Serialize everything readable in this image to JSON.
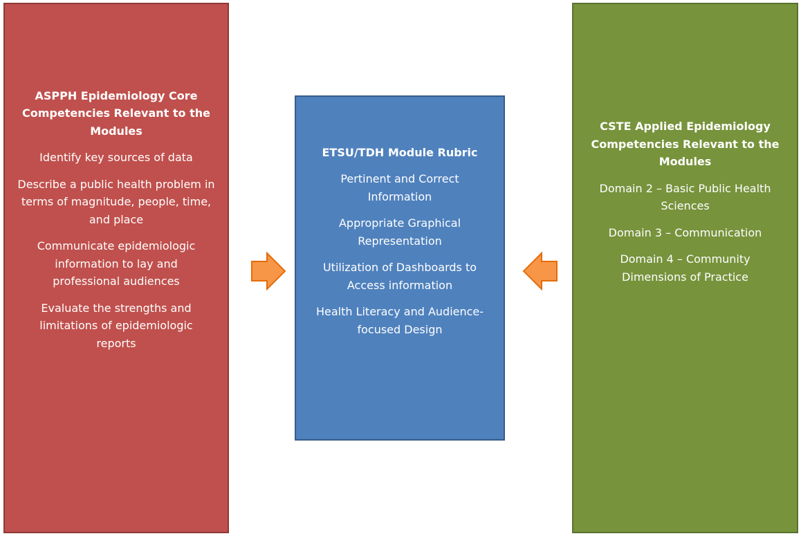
{
  "colors": {
    "left_fill": "#c0504d",
    "center_fill": "#4f81bd",
    "right_fill": "#77933c",
    "arrow_fill": "#f79646",
    "arrow_stroke": "#e46c0a"
  },
  "left_panel": {
    "heading": "ASPPH Epidemiology Core Competencies Relevant to the Modules",
    "items": [
      "Identify key sources of data",
      "Describe a public health problem in terms of magnitude, people, time, and place",
      "Communicate epidemiologic information to lay and professional audiences",
      "Evaluate the strengths and limitations of epidemiologic reports"
    ]
  },
  "center_panel": {
    "heading": "ETSU/TDH Module Rubric",
    "items": [
      "Pertinent and Correct Information",
      "Appropriate Graphical Representation",
      "Utilization of Dashboards to Access information",
      "Health Literacy and Audience-focused Design"
    ]
  },
  "right_panel": {
    "heading": "CSTE Applied Epidemiology Competencies Relevant to the Modules",
    "items": [
      "Domain 2 – Basic Public Health Sciences",
      "Domain 3 – Communication",
      "Domain 4 – Community Dimensions of Practice"
    ]
  },
  "arrows": [
    {
      "name": "arrow-left-to-center",
      "direction": "right"
    },
    {
      "name": "arrow-right-to-center",
      "direction": "left"
    }
  ]
}
